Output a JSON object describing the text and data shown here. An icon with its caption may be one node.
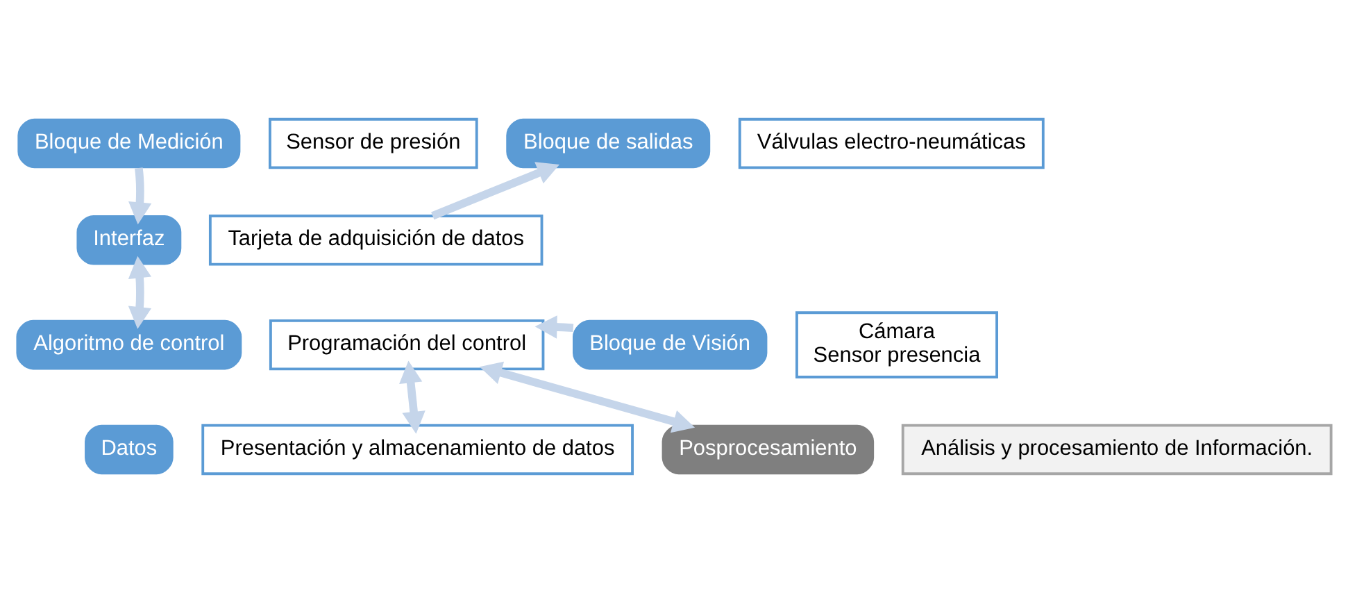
{
  "diagram": {
    "nodes": [
      {
        "text": [
          "Bloque de Medición"
        ]
      },
      {
        "text": [
          "Sensor de presión"
        ]
      },
      {
        "text": [
          "Interfaz"
        ]
      },
      {
        "text": [
          "Tarjeta de adquisición de datos"
        ]
      },
      {
        "text": [
          "Bloque de salidas"
        ]
      },
      {
        "text": [
          "Válvulas electro-neumáticas"
        ]
      },
      {
        "text": [
          "Algoritmo de control"
        ]
      },
      {
        "text": [
          "Programación del control"
        ]
      },
      {
        "text": [
          "Bloque de Visión"
        ]
      },
      {
        "text": [
          "Cámara",
          "Sensor presencia"
        ]
      },
      {
        "text": [
          "Datos"
        ]
      },
      {
        "text": [
          "Presentación y almacenamiento de datos"
        ]
      },
      {
        "text": [
          "Posprocesamiento"
        ]
      },
      {
        "text": [
          "Análisis y procesamiento de Información."
        ]
      }
    ],
    "edges": [
      {
        "from": 0,
        "to": 2,
        "arrow": "to"
      },
      {
        "from": 3,
        "to": 4,
        "arrow": "to"
      },
      {
        "from": 6,
        "to": 2,
        "arrow": "both"
      },
      {
        "from": 8,
        "to": 7,
        "arrow": "to"
      },
      {
        "from": 7,
        "to": 11,
        "arrow": "both"
      },
      {
        "from": 7,
        "to": 12,
        "arrow": "both"
      }
    ]
  }
}
